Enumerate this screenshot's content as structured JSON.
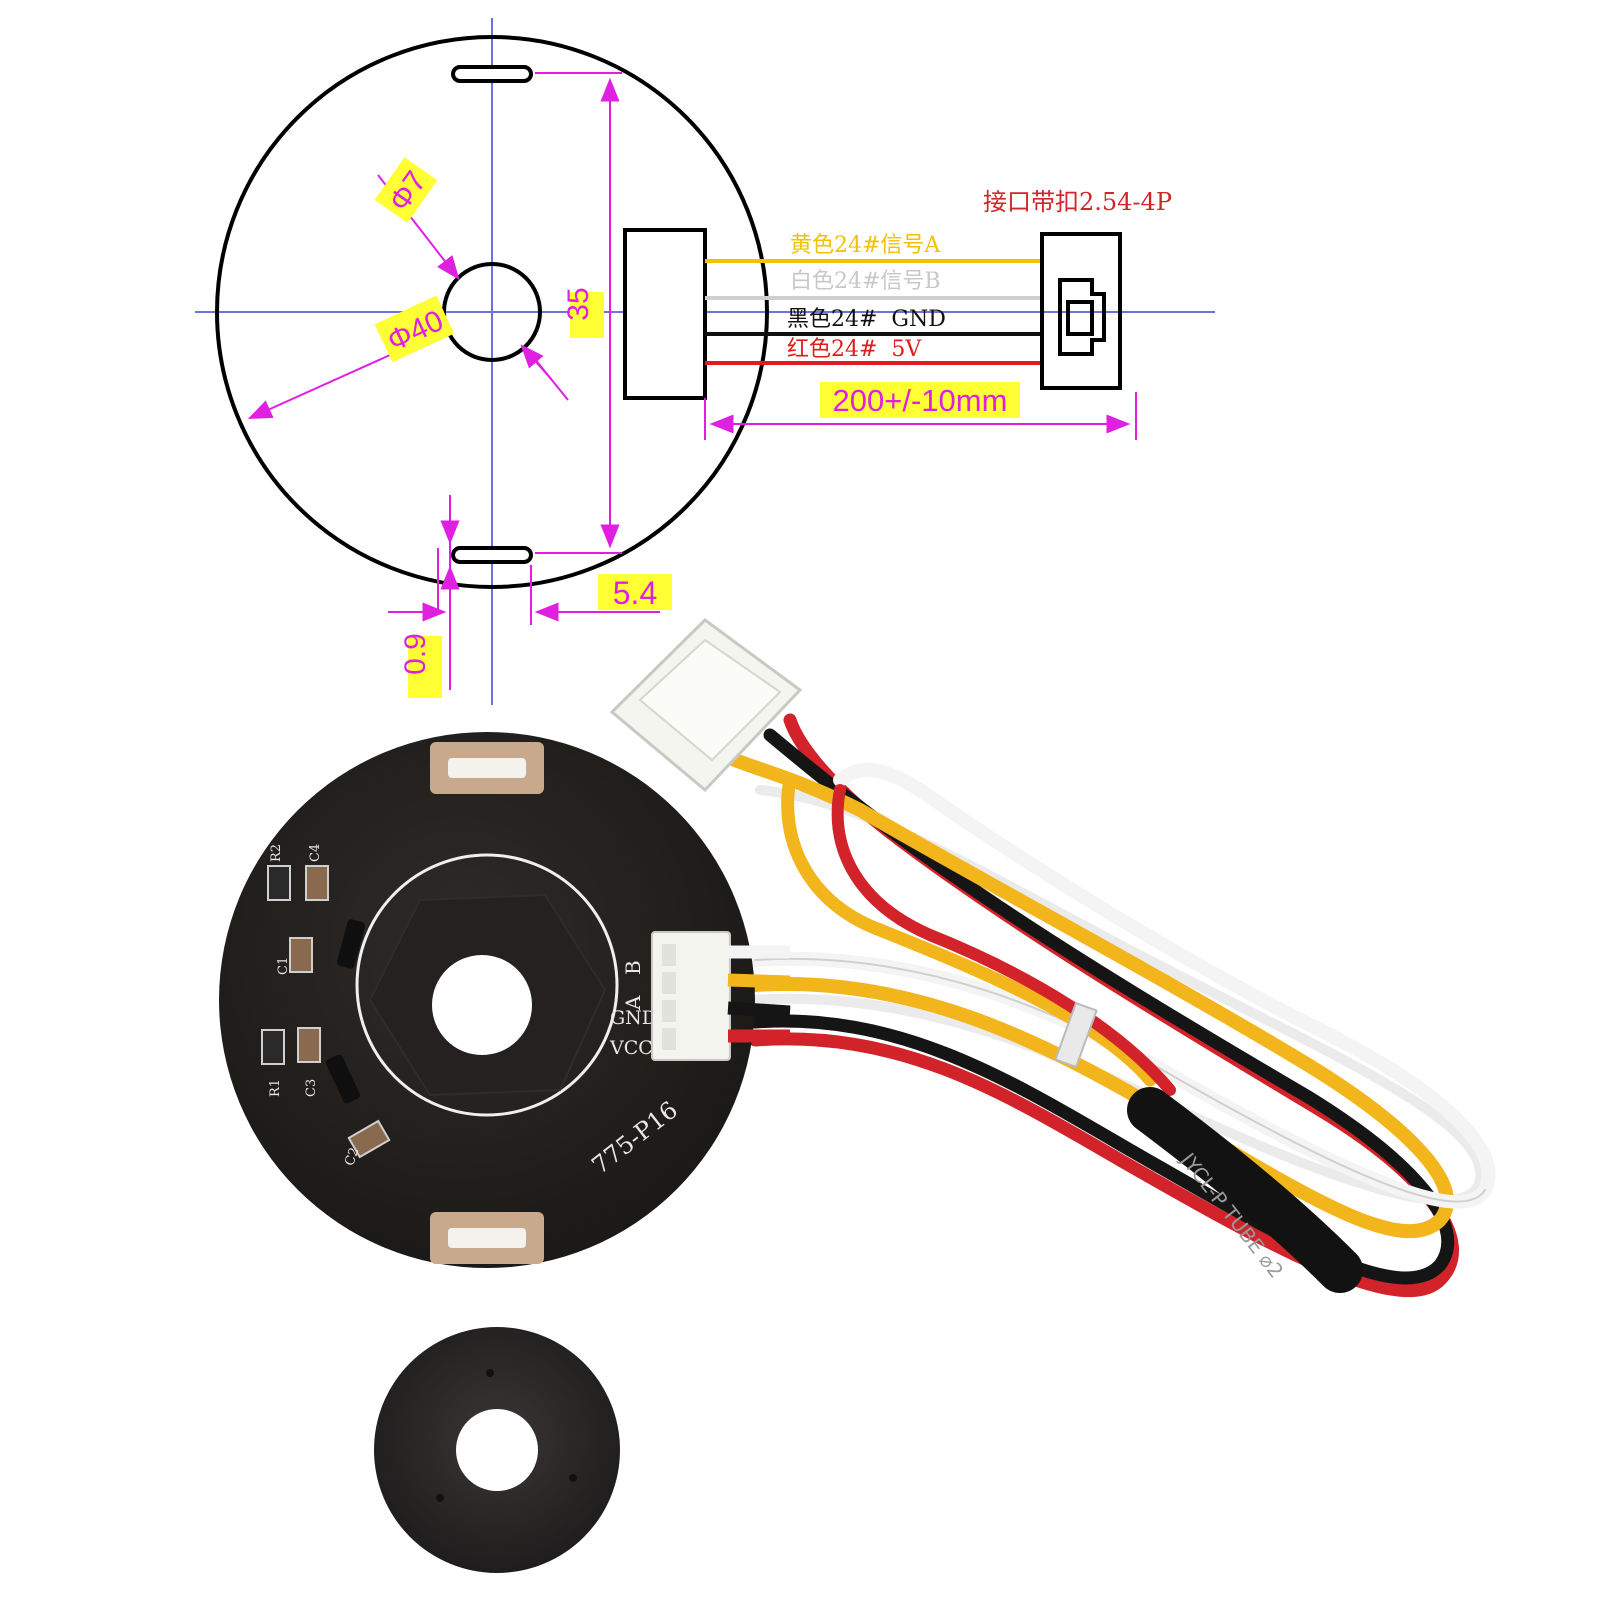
{
  "drawing": {
    "dim_phi7": "Φ7",
    "dim_phi40": "Φ40",
    "dim_35": "35",
    "dim_5_4": "5.4",
    "dim_0_9": "0.9",
    "connector_label": "接口带扣2.54-4P",
    "cable_length": "200+/-10mm",
    "wires": [
      {
        "label": "黄色24#信号A",
        "color": "#f2c200"
      },
      {
        "label": "白色24#信号B",
        "color": "#cfcfcf"
      },
      {
        "label": "黑色24#  GND",
        "color": "#111111"
      },
      {
        "label": "红色24#  5V",
        "color": "#e01b1b"
      }
    ],
    "highlight_color": "#ffff33",
    "dim_color": "#e020e0",
    "center_line_color": "#7070e0"
  },
  "photo": {
    "pin_labels": [
      "A",
      "B",
      "GND",
      "VCC"
    ],
    "part_number": "775-P16",
    "components": [
      "R2",
      "C4",
      "C1",
      "R1",
      "C3",
      "C2"
    ],
    "tube_text": "JYCL-P  TUBE  ⌀2"
  }
}
